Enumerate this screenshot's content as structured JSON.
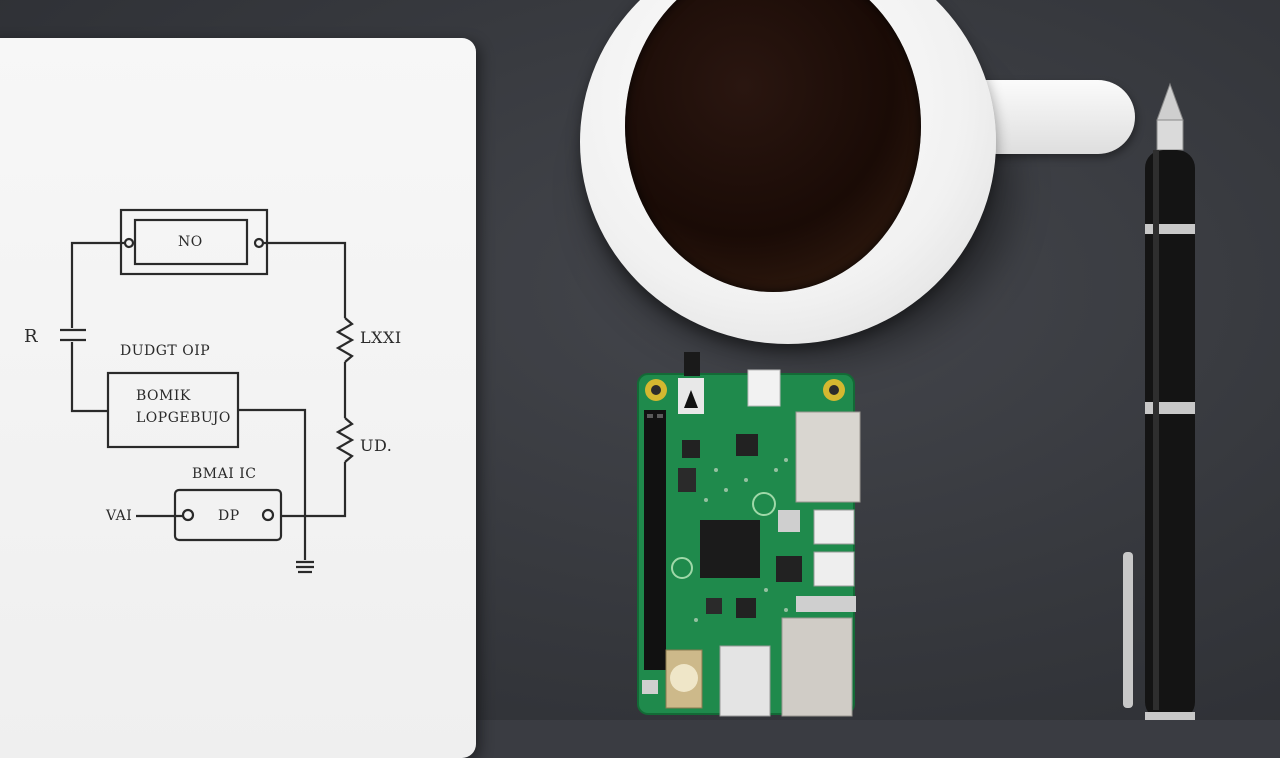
{
  "scene": {
    "description_labels": {
      "notepad": "notepad",
      "cup": "coffee-cup",
      "board": "circuit-board",
      "pen": "fountain-pen"
    }
  },
  "schematic": {
    "top_component": "NO",
    "left_marker": "R",
    "mid_label": "DUDGT OIP",
    "box_line1": "BOMIK",
    "box_line2": "LOPGEBUJO",
    "right_label_top": "LXXI",
    "right_label_bottom": "UD.",
    "lower_label": "BMAI IC",
    "bottom_box": "DP",
    "bottom_left_label": "VAI"
  },
  "colors": {
    "desk": "#3a3c42",
    "paper": "#f4f4f4",
    "pcb": "#1f8a4c",
    "coffee": "#1a0b06",
    "pen": "#141414",
    "trim": "#c8c8c8"
  }
}
